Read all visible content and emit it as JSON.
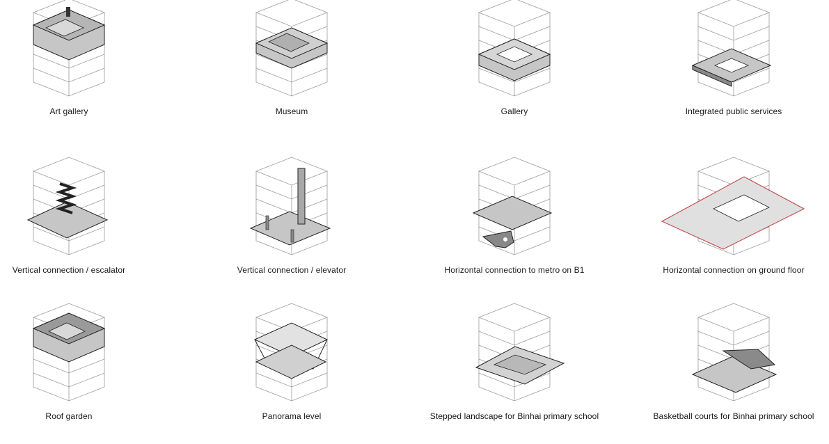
{
  "diagrams": [
    {
      "label": "Art gallery",
      "name": "art-gallery"
    },
    {
      "label": "Museum",
      "name": "museum"
    },
    {
      "label": "Gallery",
      "name": "gallery"
    },
    {
      "label": "Integrated public services",
      "name": "integrated-public-services"
    },
    {
      "label": "Vertical connection / escalator",
      "name": "vertical-connection-escalator"
    },
    {
      "label": "Vertical connection / elevator",
      "name": "vertical-connection-elevator"
    },
    {
      "label": "Horizontal connection to metro on B1",
      "name": "horizontal-connection-metro-b1"
    },
    {
      "label": "Horizontal connection on ground floor",
      "name": "horizontal-connection-ground-floor"
    },
    {
      "label": "Roof garden",
      "name": "roof-garden"
    },
    {
      "label": "Panorama level",
      "name": "panorama-level"
    },
    {
      "label": "Stepped landscape for Binhai primary school",
      "name": "stepped-landscape-binhai"
    },
    {
      "label": "Basketball courts for Binhai primary school",
      "name": "basketball-courts-binhai"
    }
  ],
  "colors": {
    "line": "#9a9a9a",
    "dark_line": "#222222",
    "fill_gray": "#c6c6c6",
    "fill_light": "#dcdcdc",
    "fill_dark": "#7a7a7a",
    "accent_red": "#c0504d",
    "caption": "#1a1a1a"
  }
}
